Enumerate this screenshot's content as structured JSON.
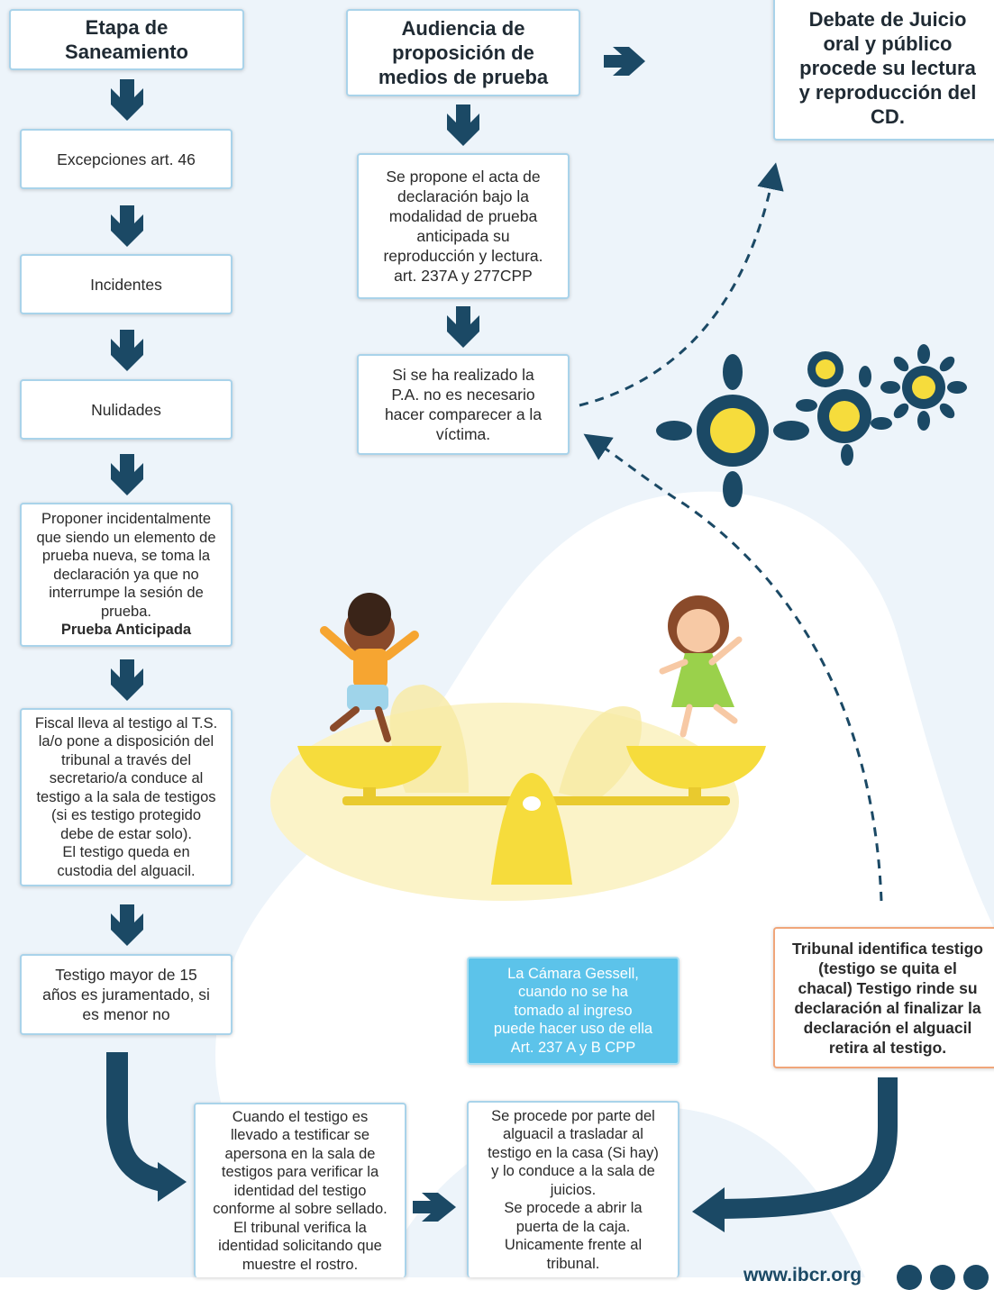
{
  "colors": {
    "arrow": "#1b4965",
    "accent_yellow": "#f6dc3c",
    "box_border": "#a9d3ea",
    "highlight_box": "#5cc3ea",
    "orange_border": "#f0a67a",
    "background_blob": "#ecf4fa"
  },
  "left_column": {
    "stage": "Etapa de\nSaneamiento",
    "exceptions": "Excepciones art. 46",
    "incidents": "Incidentes",
    "nullities": "Nulidades",
    "incidental_proposal": "Proponer incidentalmente\nque siendo un elemento de\nprueba nueva, se toma la\ndeclaración ya que no\ninterrumpe la sesión de\nprueba.",
    "incidental_proposal_bold": "Prueba Anticipada",
    "prosecutor": "Fiscal lleva al testigo al T.S.\nla/o pone a disposición del\ntribunal a través del\nsecretario/a conduce al\ntestigo a la sala de testigos\n(si es testigo protegido\ndebe de estar solo).\nEl testigo queda en\ncustodia del alguacil.",
    "oath": "Testigo mayor de 15\naños es juramentado, si\nes menor no"
  },
  "middle_column": {
    "hearing": "Audiencia de\nproposición de\nmedios de prueba",
    "propose": "Se propone el acta de\ndeclaración bajo la\nmodalidad de prueba\nanticipada su\nreproducción y lectura.\nart. 237A y 277CPP",
    "if_done": "Si se ha realizado la\nP.A. no es necesario\nhacer comparecer a la\nvíctima.",
    "gessell": "La Cámara Gessell,\ncuando no se ha\ntomado al ingreso\npuede hacer uso de ella\nArt. 237 A y B CPP"
  },
  "right_column": {
    "debate": "Debate de Juicio\noral y público\nprocede su lectura\ny reproducción del\nCD.",
    "tribunal": "Tribunal identifica testigo\n(testigo se quita el\nchacal) Testigo rinde su\ndeclaración al finalizar la\ndeclaración el alguacil\nretira al testigo."
  },
  "bottom_row": {
    "witness_room": "Cuando el testigo es\nllevado a testificar se\napersona en la sala de\ntestigos para verificar la\nidentidad del testigo\nconforme al sobre sellado.\nEl tribunal verifica la\nidentidad solicitando que\nmuestre el rostro.",
    "bailiff": "Se procede por parte del\nalguacil a trasladar al\ntestigo en la casa (Si hay)\ny lo conduce a la sala de\njuicios.\nSe procede a abrir la\npuerta de la caja.\nUnicamente frente al\ntribunal."
  },
  "footer": {
    "website": "www.ibcr.org",
    "icons": [
      "facebook-icon",
      "linkedin-icon",
      "youtube-icon"
    ]
  }
}
